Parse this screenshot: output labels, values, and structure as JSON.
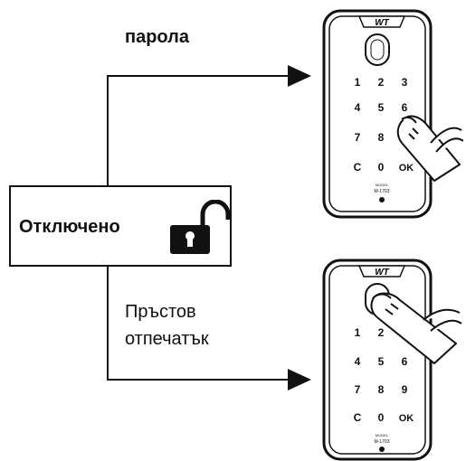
{
  "labels": {
    "password": "парола",
    "unlocked": "Отключено",
    "fingerprint_line1": "Пръстов",
    "fingerprint_line2": "отпечатък"
  },
  "device": {
    "brand": "WT",
    "model_label": "MODEL",
    "model": "M-1703",
    "keys": [
      "1",
      "2",
      "3",
      "4",
      "5",
      "6",
      "7",
      "8",
      "9",
      "C",
      "0",
      "OK"
    ]
  },
  "icons": {
    "lock": "open-padlock-icon",
    "finger": "finger-press-icon",
    "fingerprint_sensor": "fingerprint-sensor-icon"
  },
  "colors": {
    "ink": "#111111",
    "background": "#ffffff"
  }
}
